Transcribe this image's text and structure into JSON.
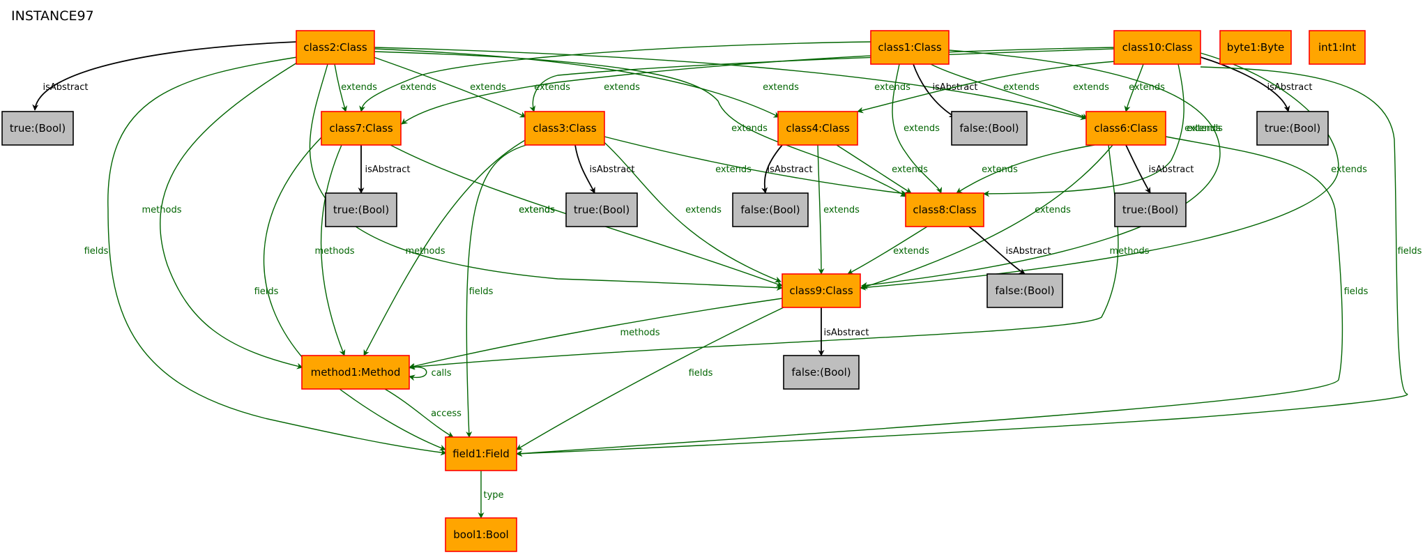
{
  "diagram": {
    "title": "INSTANCE97",
    "colors": {
      "object_fill": "#ffa500",
      "object_border": "#ff0000",
      "value_fill": "#bebebe",
      "value_border": "#000000",
      "green_edge": "#006400",
      "black_edge": "#000000"
    },
    "nodes": [
      {
        "id": "class2",
        "label": "class2:Class",
        "kind": "object"
      },
      {
        "id": "class1",
        "label": "class1:Class",
        "kind": "object"
      },
      {
        "id": "class10",
        "label": "class10:Class",
        "kind": "object"
      },
      {
        "id": "byte1",
        "label": "byte1:Byte",
        "kind": "object"
      },
      {
        "id": "int1",
        "label": "int1:Int",
        "kind": "object"
      },
      {
        "id": "true_c2",
        "label": "true:(Bool)",
        "kind": "value"
      },
      {
        "id": "class7",
        "label": "class7:Class",
        "kind": "object"
      },
      {
        "id": "class3",
        "label": "class3:Class",
        "kind": "object"
      },
      {
        "id": "class4",
        "label": "class4:Class",
        "kind": "object"
      },
      {
        "id": "false_c1",
        "label": "false:(Bool)",
        "kind": "value"
      },
      {
        "id": "class6",
        "label": "class6:Class",
        "kind": "object"
      },
      {
        "id": "true_c10",
        "label": "true:(Bool)",
        "kind": "value"
      },
      {
        "id": "true_c7",
        "label": "true:(Bool)",
        "kind": "value"
      },
      {
        "id": "true_c3",
        "label": "true:(Bool)",
        "kind": "value"
      },
      {
        "id": "false_c4",
        "label": "false:(Bool)",
        "kind": "value"
      },
      {
        "id": "class8",
        "label": "class8:Class",
        "kind": "object"
      },
      {
        "id": "true_c6",
        "label": "true:(Bool)",
        "kind": "value"
      },
      {
        "id": "class9",
        "label": "class9:Class",
        "kind": "object"
      },
      {
        "id": "false_c8",
        "label": "false:(Bool)",
        "kind": "value"
      },
      {
        "id": "method1",
        "label": "method1:Method",
        "kind": "object"
      },
      {
        "id": "false_c9",
        "label": "false:(Bool)",
        "kind": "value"
      },
      {
        "id": "field1",
        "label": "field1:Field",
        "kind": "object"
      },
      {
        "id": "bool1",
        "label": "bool1:Bool",
        "kind": "object"
      }
    ],
    "edges": [
      {
        "from": "class2",
        "to": "true_c2",
        "label": "isAbstract",
        "color": "black"
      },
      {
        "from": "class2",
        "to": "class7",
        "label": "extends",
        "color": "green"
      },
      {
        "from": "class2",
        "to": "class3",
        "label": "extends",
        "color": "green"
      },
      {
        "from": "class2",
        "to": "class4",
        "label": "extends",
        "color": "green"
      },
      {
        "from": "class2",
        "to": "class6",
        "label": "extends",
        "color": "green"
      },
      {
        "from": "class2",
        "to": "class8",
        "label": "extends",
        "color": "green"
      },
      {
        "from": "class2",
        "to": "class9",
        "label": "extends",
        "color": "green"
      },
      {
        "from": "class2",
        "to": "method1",
        "label": "methods",
        "color": "green"
      },
      {
        "from": "class2",
        "to": "field1",
        "label": "fields",
        "color": "green"
      },
      {
        "from": "class1",
        "to": "class7",
        "label": "extends",
        "color": "green"
      },
      {
        "from": "class1",
        "to": "false_c1",
        "label": "isAbstract",
        "color": "black"
      },
      {
        "from": "class1",
        "to": "class6",
        "label": "extends",
        "color": "green"
      },
      {
        "from": "class1",
        "to": "class8",
        "label": "extends",
        "color": "green"
      },
      {
        "from": "class1",
        "to": "class9",
        "label": "extends",
        "color": "green"
      },
      {
        "from": "class10",
        "to": "class3",
        "label": "extends",
        "color": "green"
      },
      {
        "from": "class10",
        "to": "class7",
        "label": "extends",
        "color": "green"
      },
      {
        "from": "class10",
        "to": "class4",
        "label": "extends",
        "color": "green"
      },
      {
        "from": "class10",
        "to": "class6",
        "label": "extends",
        "color": "green"
      },
      {
        "from": "class10",
        "to": "true_c10",
        "label": "isAbstract",
        "color": "black"
      },
      {
        "from": "class10",
        "to": "class8",
        "label": "extends",
        "color": "green"
      },
      {
        "from": "class10",
        "to": "class9",
        "label": "extends",
        "color": "green"
      },
      {
        "from": "class10",
        "to": "field1",
        "label": "fields",
        "color": "green"
      },
      {
        "from": "class7",
        "to": "true_c7",
        "label": "isAbstract",
        "color": "black"
      },
      {
        "from": "class7",
        "to": "class9",
        "label": "extends",
        "color": "green"
      },
      {
        "from": "class7",
        "to": "method1",
        "label": "methods",
        "color": "green"
      },
      {
        "from": "class7",
        "to": "field1",
        "label": "fields",
        "color": "green"
      },
      {
        "from": "class3",
        "to": "true_c3",
        "label": "isAbstract",
        "color": "black"
      },
      {
        "from": "class3",
        "to": "class8",
        "label": "extends",
        "color": "green"
      },
      {
        "from": "class3",
        "to": "class9",
        "label": "extends",
        "color": "green"
      },
      {
        "from": "class3",
        "to": "method1",
        "label": "methods",
        "color": "green"
      },
      {
        "from": "class3",
        "to": "field1",
        "label": "fields",
        "color": "green"
      },
      {
        "from": "class4",
        "to": "false_c4",
        "label": "isAbstract",
        "color": "black"
      },
      {
        "from": "class4",
        "to": "class8",
        "label": "extends",
        "color": "green"
      },
      {
        "from": "class4",
        "to": "class9",
        "label": "extends",
        "color": "green"
      },
      {
        "from": "class6",
        "to": "class8",
        "label": "extends",
        "color": "green"
      },
      {
        "from": "class6",
        "to": "true_c6",
        "label": "isAbstract",
        "color": "black"
      },
      {
        "from": "class6",
        "to": "class9",
        "label": "extends",
        "color": "green"
      },
      {
        "from": "class6",
        "to": "method1",
        "label": "methods",
        "color": "green"
      },
      {
        "from": "class6",
        "to": "field1",
        "label": "fields",
        "color": "green"
      },
      {
        "from": "class8",
        "to": "class9",
        "label": "extends",
        "color": "green"
      },
      {
        "from": "class8",
        "to": "false_c8",
        "label": "isAbstract",
        "color": "black"
      },
      {
        "from": "class9",
        "to": "method1",
        "label": "methods",
        "color": "green"
      },
      {
        "from": "class9",
        "to": "false_c9",
        "label": "isAbstract",
        "color": "black"
      },
      {
        "from": "class9",
        "to": "field1",
        "label": "fields",
        "color": "green"
      },
      {
        "from": "method1",
        "to": "method1",
        "label": "calls",
        "color": "green"
      },
      {
        "from": "method1",
        "to": "field1",
        "label": "access",
        "color": "green"
      },
      {
        "from": "field1",
        "to": "bool1",
        "label": "type",
        "color": "green"
      }
    ]
  }
}
